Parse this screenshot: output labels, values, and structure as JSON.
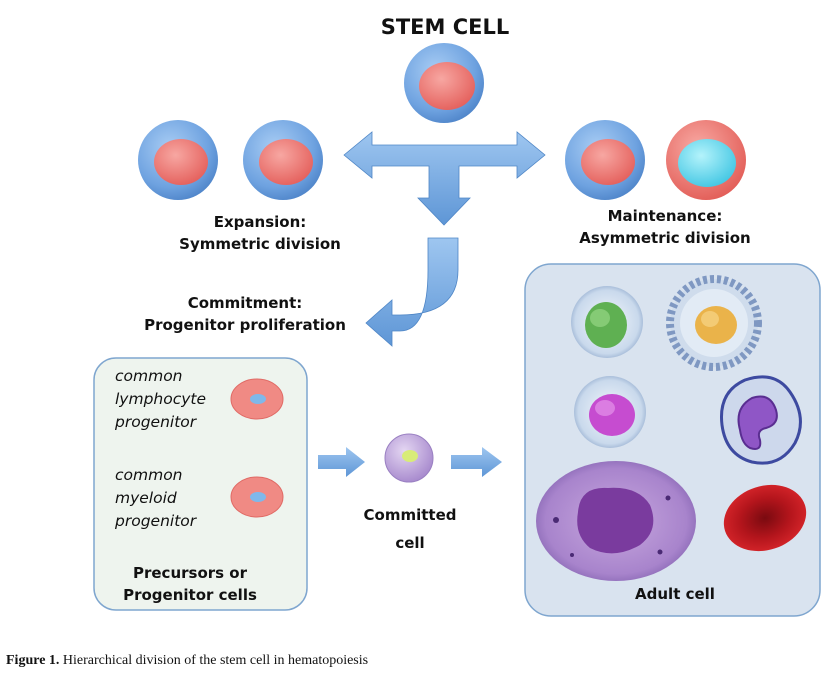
{
  "title": "STEM CELL",
  "expansion": {
    "line1": "Expansion:",
    "line2": "Symmetric division"
  },
  "maintenance": {
    "line1": "Maintenance:",
    "line2": "Asymmetric division"
  },
  "commitment": {
    "line1": "Commitment:",
    "line2": "Progenitor proliferation"
  },
  "progenitors": {
    "lymphoid": [
      "common",
      "lymphocyte",
      "progenitor"
    ],
    "myeloid": [
      "common",
      "myeloid",
      "progenitor"
    ],
    "box_label": [
      "Precursors or",
      "Progenitor cells"
    ]
  },
  "committed": {
    "line1": "Committed",
    "line2": "cell"
  },
  "adult": {
    "label": "Adult cell"
  },
  "caption": {
    "bold": "Figure 1.",
    "text": " Hierarchical division of the stem cell in hematopoiesis"
  },
  "colors": {
    "cell_outer": "#6fa3e0",
    "cell_inner": "#e8706c",
    "arrow": "#6aa2de",
    "box_border": "#7fa6cf",
    "box_fill": "#eef4ee",
    "adult_box_fill": "#d9e3ef",
    "progenitor_fill": "#f08a84",
    "progenitor_nucleus": "#7fb8ea",
    "committed_fill": "#b89ad6",
    "committed_nucleus": "#d8ec78",
    "stain_purple": "#8a5fb6",
    "rbc": "#b5141b"
  }
}
